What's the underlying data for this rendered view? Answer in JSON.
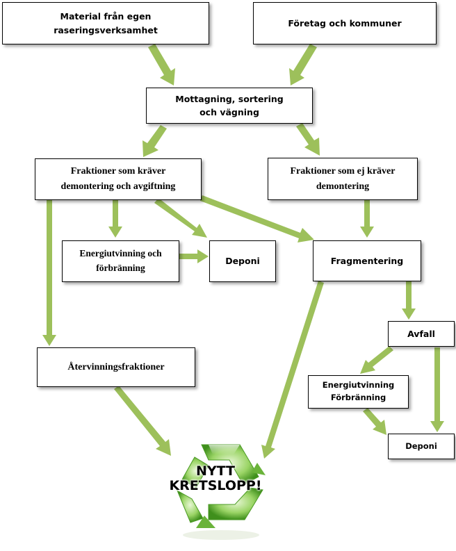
{
  "colors": {
    "arrow": "#9dc05b",
    "box_border": "#000000",
    "logo_light": "#b5e38a",
    "logo_dark": "#3f8f1c"
  },
  "boxes": {
    "material": "Material från egen raseringsverksamhet",
    "foretag": "Företag och kommuner",
    "mottagning_line1": "Mottagning, sortering",
    "mottagning_line2": "och vägning",
    "fraktioner_kraver_line1": "Fraktioner som kräver",
    "fraktioner_kraver_line2": "demontering och avgiftning",
    "fraktioner_ej_line1": "Fraktioner  som ej kräver",
    "fraktioner_ej_line2": "demontering",
    "energi_line1": "Energiutvinning  och",
    "energi_line2": "förbränning",
    "deponi": "Deponi",
    "fragmentering": "Fragmentering",
    "atervinning": "Återvinningsfraktioner",
    "avfall": "Avfall",
    "energi2_line1": "Energiutvinning",
    "energi2_line2": "Förbränning",
    "deponi2": "Deponi"
  },
  "logo": {
    "icon": "recycle-icon",
    "line1": "NYTT",
    "line2": "KRETSLOPP!"
  }
}
